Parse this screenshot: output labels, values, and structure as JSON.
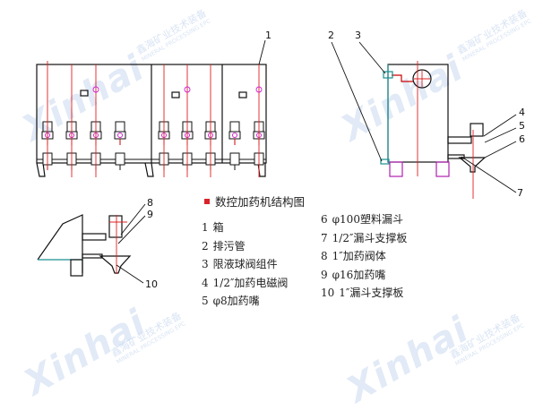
{
  "diagram": {
    "title": "数控加药机结构图",
    "accent_color": "#d9232b",
    "callouts": [
      "1",
      "2",
      "3",
      "4",
      "5",
      "6",
      "7",
      "8",
      "9",
      "10"
    ],
    "legend": {
      "left": [
        {
          "num": "1",
          "label": "箱"
        },
        {
          "num": "2",
          "label": "排污管"
        },
        {
          "num": "3",
          "label": "限液球阀组件"
        },
        {
          "num": "4",
          "label": "1/2″加药电磁阀"
        },
        {
          "num": "5",
          "label": "φ8加药嘴"
        }
      ],
      "right": [
        {
          "num": "6",
          "label": "φ100塑料漏斗"
        },
        {
          "num": "7",
          "label": "1/2″漏斗支撑板"
        },
        {
          "num": "8",
          "label": "1″加药阀体"
        },
        {
          "num": "9",
          "label": "φ16加药嘴"
        },
        {
          "num": "10",
          "label": "1″漏斗支撑板"
        }
      ]
    },
    "watermark": {
      "brand": "Xinhai",
      "cn": "鑫海矿业技术装备",
      "en": "MINERAL PROCESSING EPC"
    }
  }
}
